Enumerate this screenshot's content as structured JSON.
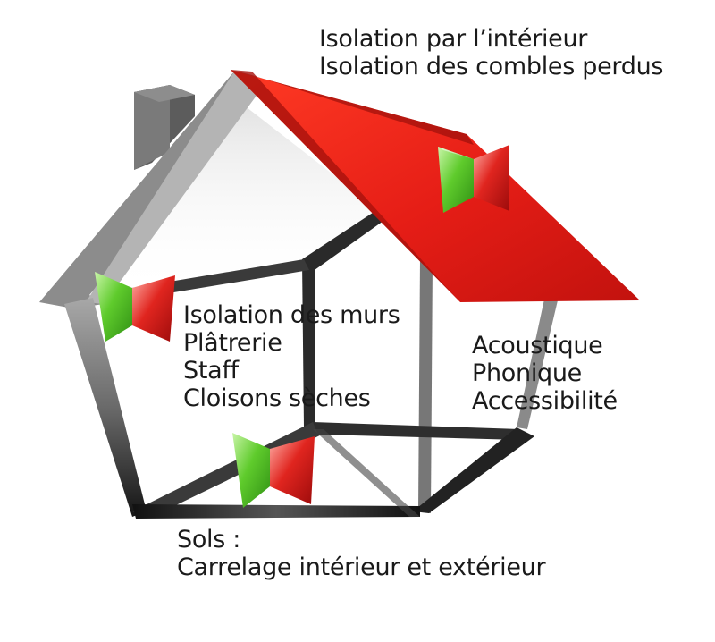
{
  "labels": {
    "roof": [
      "Isolation par l’intérieur",
      "Isolation des combles perdus"
    ],
    "walls": [
      "Isolation des murs",
      "Plâtrerie",
      "Staff",
      "Cloisons sèches"
    ],
    "acoustic": [
      "Acoustique",
      "Phonique",
      "Accessibilité"
    ],
    "floor": [
      "Sols :",
      "Carrelage intérieur et extérieur"
    ]
  },
  "colors": {
    "roof_red": "#e8231f",
    "roof_dark": "#b51410",
    "frame_dark": "#222222",
    "frame_light": "#9a9a9a",
    "chimney": "#666666",
    "marker_green": "#5ec62e",
    "marker_red": "#d7191c"
  },
  "icons": [
    "chimney-icon",
    "roof-marker-icon",
    "wall-marker-icon",
    "floor-marker-icon"
  ]
}
